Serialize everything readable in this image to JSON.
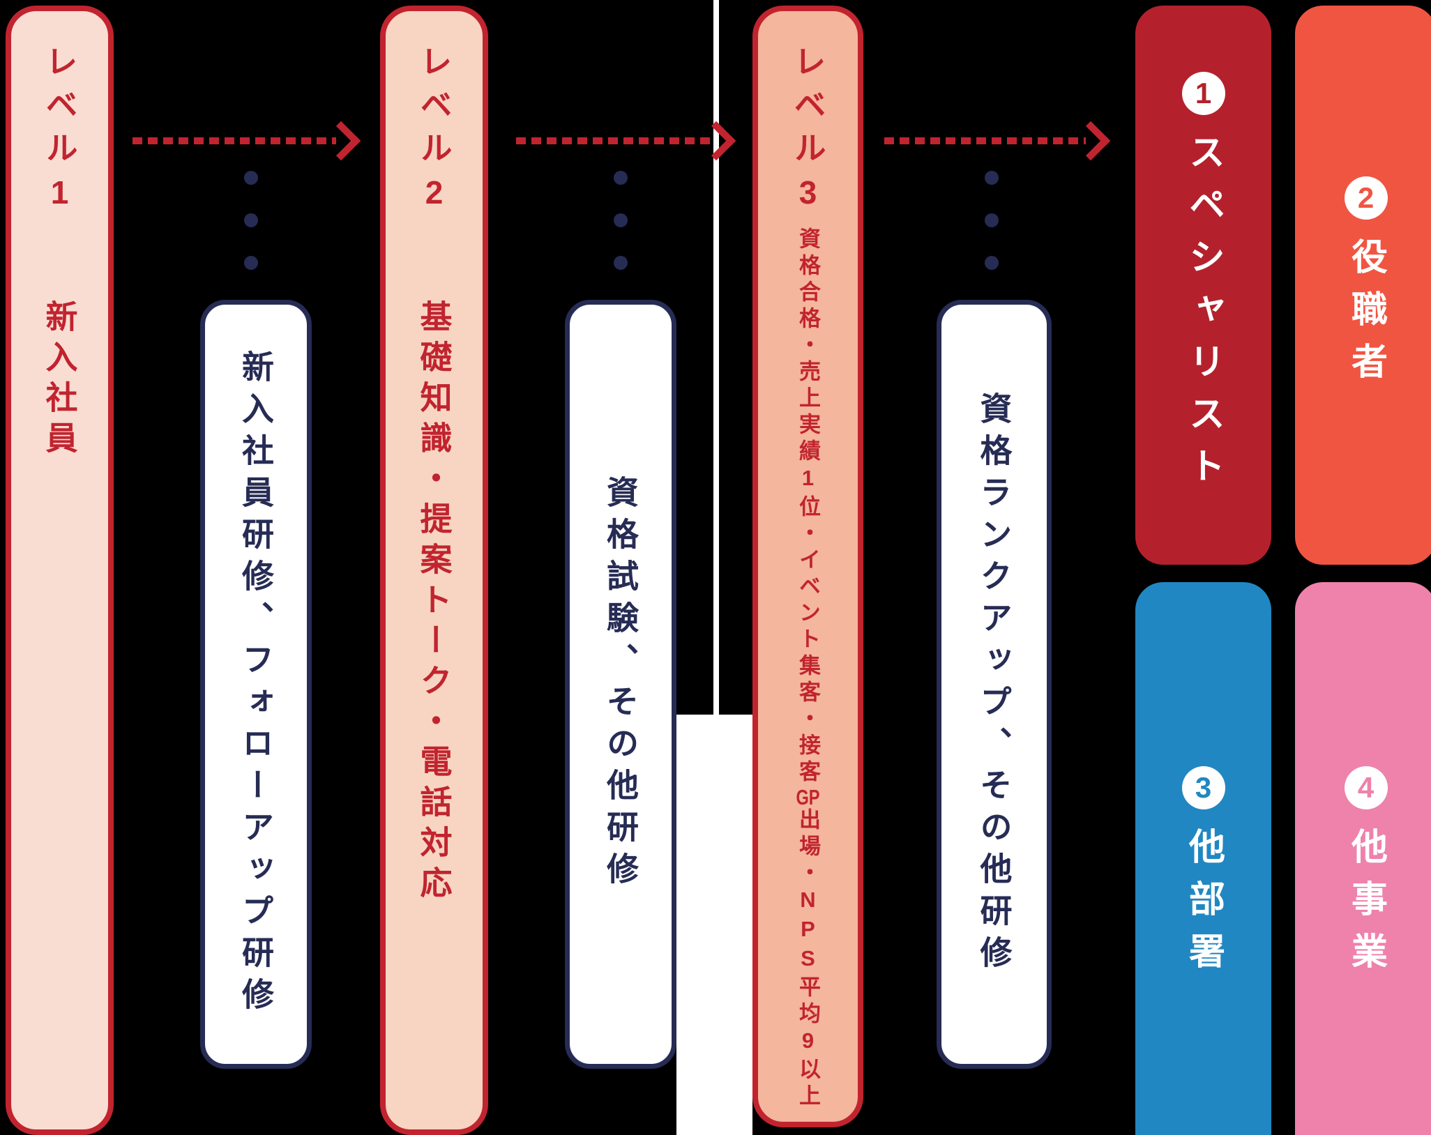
{
  "diagram": {
    "levels": [
      {
        "title": "レベル1",
        "body": "新入社員"
      },
      {
        "title": "レベル2",
        "body": "基礎知識・提案トーク・電話対応"
      },
      {
        "title": "レベル3",
        "body_segments": [
          {
            "t": "資格合格・売上実績1位・イベント集客・接客"
          },
          {
            "t": "GP",
            "tcy": true
          },
          {
            "t": "出場・NPS平均9以上"
          }
        ]
      }
    ],
    "training_boxes": [
      {
        "label": "新入社員研修、フォローアップ研修"
      },
      {
        "label": "資格試験、その他研修"
      },
      {
        "label": "資格ランクアップ、その他研修"
      }
    ],
    "outcomes": [
      {
        "num": "1",
        "label": "スペシャリスト",
        "color": "#b4212c"
      },
      {
        "num": "2",
        "label": "役職者",
        "color": "#f05541"
      },
      {
        "num": "3",
        "label": "他部署",
        "color": "#2187c2"
      },
      {
        "num": "4",
        "label": "他事業",
        "color": "#ee82ab"
      }
    ],
    "palette": {
      "background": "#000000",
      "line_red": "#c1242f",
      "level1_bg": "#f9ddd3",
      "level2_bg": "#f7d5c2",
      "level3_bg": "#f4b69d",
      "navy": "#272c55",
      "white": "#ffffff"
    }
  }
}
